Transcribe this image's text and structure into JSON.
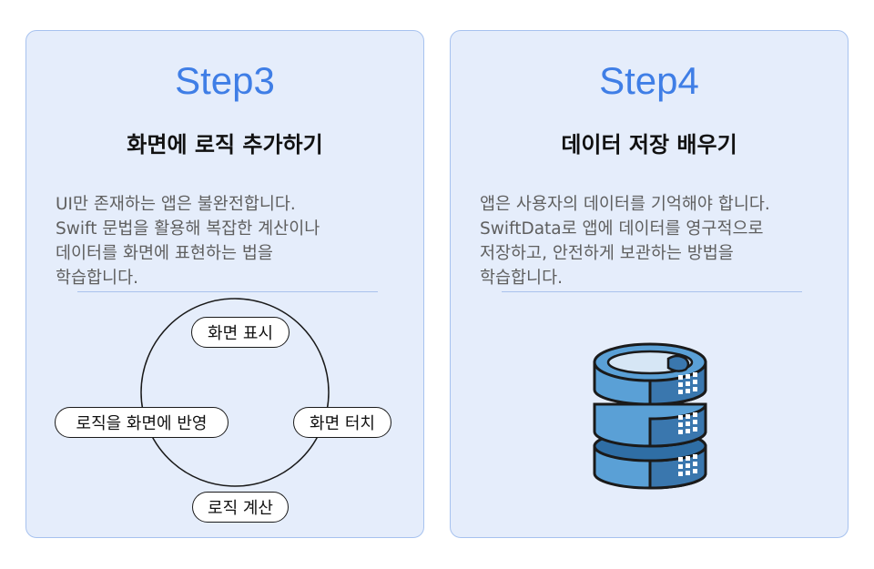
{
  "steps": [
    {
      "title": "Step3",
      "subtitle": "화면에 로직 추가하기",
      "description": [
        "UI만 존재하는 앱은 불완전합니다.",
        "Swift 문법을 활용해 복잡한 계산이나",
        "데이터를 화면에 표현하는 법을",
        "학습합니다."
      ],
      "cycle": {
        "top": "화면 표시",
        "right": "화면 터치",
        "bottom": "로직 계산",
        "left": "로직을 화면에 반영"
      }
    },
    {
      "title": "Step4",
      "subtitle": "데이터 저장 배우기",
      "description": [
        "앱은 사용자의 데이터를 기억해야 합니다.",
        "SwiftData로 앱에 데이터를 영구적으로",
        "저장하고, 안전하게  보관하는 방법을",
        "학습합니다."
      ],
      "illustration_icon": "database-icon"
    }
  ],
  "colors": {
    "card_bg": "#e5edfb",
    "card_border": "#a7c2ef",
    "accent": "#3f7ee6",
    "db_light": "#5aa0d6",
    "db_dark": "#3a77ae",
    "db_top": "#d6e6f5"
  }
}
